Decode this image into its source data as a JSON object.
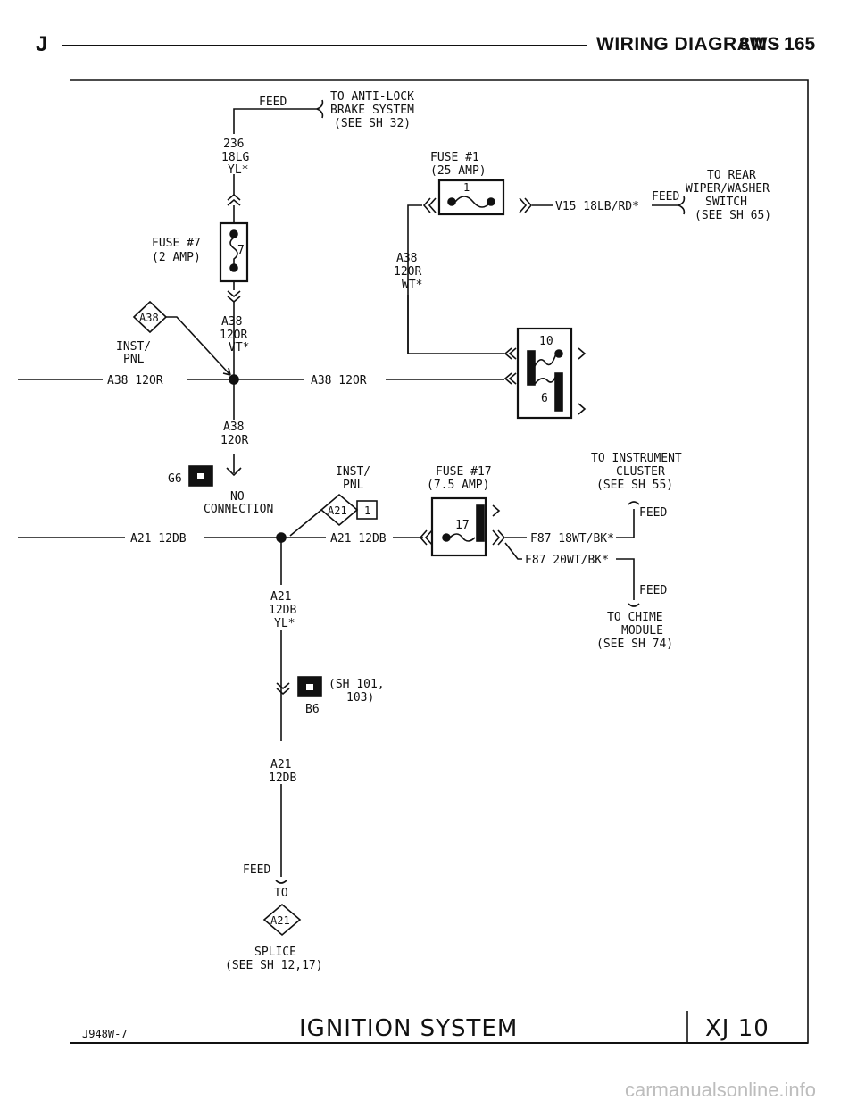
{
  "header": {
    "letter": "J",
    "title": "WIRING DIAGRAMS",
    "page": "8W - 165"
  },
  "top": {
    "feed": "FEED",
    "abs_line1": "TO ANTI-LOCK",
    "abs_line2": "BRAKE SYSTEM",
    "abs_line3": "(SEE SH 32)",
    "wire236_1": "236",
    "wire236_2": "18LG",
    "wire236_3": "YL*",
    "fuse7_1": "FUSE #7",
    "fuse7_2": "(2 AMP)",
    "fuse7_num": "7"
  },
  "fuse1": {
    "line1": "FUSE #1",
    "line2": "(25 AMP)",
    "num": "1",
    "v15": "V15 18LB/RD*",
    "feed": "FEED",
    "rear1": "TO REAR",
    "rear2": "WIPER/WASHER",
    "rear3": "SWITCH",
    "rear4": "(SEE SH 65)",
    "a38_1": "A38",
    "a38_2": "12OR",
    "a38_3": "WT*"
  },
  "inst_a38": {
    "diamond": "A38",
    "inst": "INST/",
    "pnl": "PNL",
    "a38_1": "A38",
    "a38_2": "12OR",
    "a38_3": "VT*",
    "left_wire": "A38 12OR",
    "mid_wire": "A38 12OR",
    "below_1": "A38",
    "below_2": "12OR",
    "connector_top": "10",
    "connector_bottom": "6"
  },
  "ground": {
    "g6": "G6",
    "no": "NO",
    "connection": "CONNECTION"
  },
  "a21": {
    "inst": "INST/",
    "pnl": "PNL",
    "diamond": "A21",
    "diamond_num": "1",
    "left_wire": "A21 12DB",
    "mid_wire": "A21 12DB",
    "down_1": "A21",
    "down_2": "12DB",
    "down_3": "YL*",
    "b6_ref1": "(SH 101,",
    "b6_ref2": "103)",
    "b6": "B6",
    "down2_1": "A21",
    "down2_2": "12DB",
    "feed": "FEED",
    "to": "TO",
    "splice_diamond": "A21",
    "splice": "SPLICE",
    "splice_ref": "(SEE SH 12,17)"
  },
  "fuse17": {
    "line1": "FUSE #17",
    "line2": "(7.5 AMP)",
    "num": "17",
    "f87a": "F87 18WT/BK*",
    "f87b": "F87 20WT/BK*",
    "instr1": "TO INSTRUMENT",
    "instr2": "CLUSTER",
    "instr3": "(SEE SH 55)",
    "feed1": "FEED",
    "feed2": "FEED",
    "chime1": "TO CHIME",
    "chime2": "MODULE",
    "chime3": "(SEE SH 74)"
  },
  "footer": {
    "code": "J948W-7",
    "system": "IGNITION SYSTEM",
    "model": "XJ 10"
  },
  "watermark": "carmanualsonline.info"
}
